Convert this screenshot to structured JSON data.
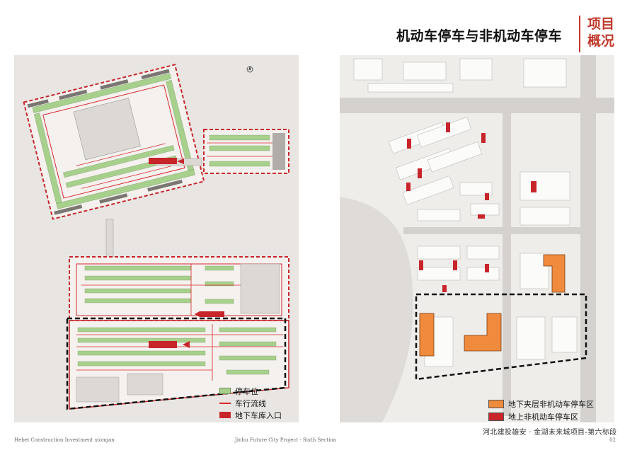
{
  "header": {
    "title": "机动车停车与非机动车停车",
    "section_line1": "项目",
    "section_line2": "概况"
  },
  "left_legend": {
    "items": [
      {
        "label": "停车位",
        "color": "#a8d08d"
      },
      {
        "label": "车行流线",
        "color": "#d9282d"
      },
      {
        "label": "地下车库入口",
        "color": "#c8252b"
      }
    ]
  },
  "right_legend": {
    "items": [
      {
        "label": "地下夹层非机动车停车区",
        "color": "#f08a3c"
      },
      {
        "label": "地上非机动车停车区",
        "color": "#c8252b"
      }
    ]
  },
  "footer": {
    "cn": "河北建投雄安 · 金湖未来城项目-第六标段",
    "en_left": "Hebei Construction Investment xiongan",
    "en_center": "Jinhu Future City Project - Sixth Section",
    "page": "02"
  },
  "colors": {
    "accent": "#c0392b",
    "parking": "#a8d08d",
    "road_flow": "#d9282d",
    "orange_zone": "#f08a3c"
  }
}
